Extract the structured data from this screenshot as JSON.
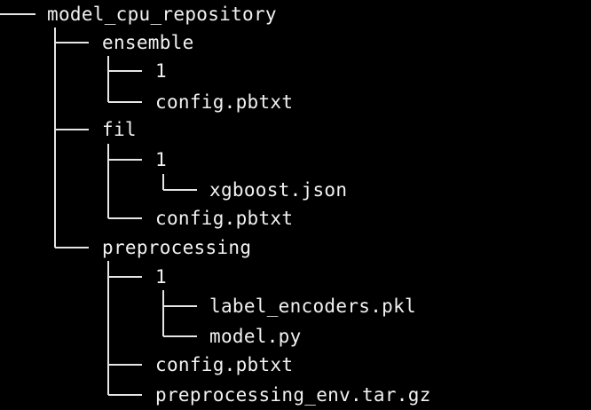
{
  "colors": {
    "background": "#000000",
    "text": "#f2f2f2",
    "tree_line": "#e6e6e6"
  },
  "tree": {
    "root": "model_cpu_repository",
    "ensemble": {
      "name": "ensemble",
      "version_dir": "1",
      "config": "config.pbtxt"
    },
    "fil": {
      "name": "fil",
      "version_dir": "1",
      "model_file": "xgboost.json",
      "config": "config.pbtxt"
    },
    "preprocessing": {
      "name": "preprocessing",
      "version_dir": "1",
      "encoders_file": "label_encoders.pkl",
      "model_file": "model.py",
      "config": "config.pbtxt",
      "env_archive": "preprocessing_env.tar.gz"
    }
  }
}
